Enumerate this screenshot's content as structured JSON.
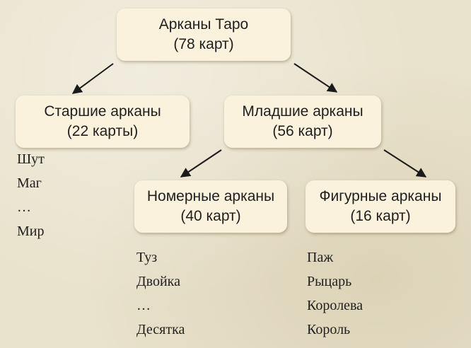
{
  "root": {
    "title": "Арканы Таро",
    "count": "(78 карт)"
  },
  "major": {
    "title": "Старшие арканы",
    "count": "(22 карты)",
    "items": [
      "Шут",
      "Маг",
      "…",
      "Мир"
    ]
  },
  "minor": {
    "title": "Младшие арканы",
    "count": "(56 карт)"
  },
  "numbered": {
    "title": "Номерные арканы",
    "count": "(40 карт)",
    "items": [
      "Туз",
      "Двойка",
      "…",
      "Десятка"
    ]
  },
  "court": {
    "title": "Фигурные арканы",
    "count": "(16 карт)",
    "items": [
      "Паж",
      "Рыцарь",
      "Королева",
      "Король"
    ]
  },
  "colors": {
    "box": "#fbf2dd",
    "background": "#e9e2cc",
    "arrow": "#1a1a1a"
  }
}
